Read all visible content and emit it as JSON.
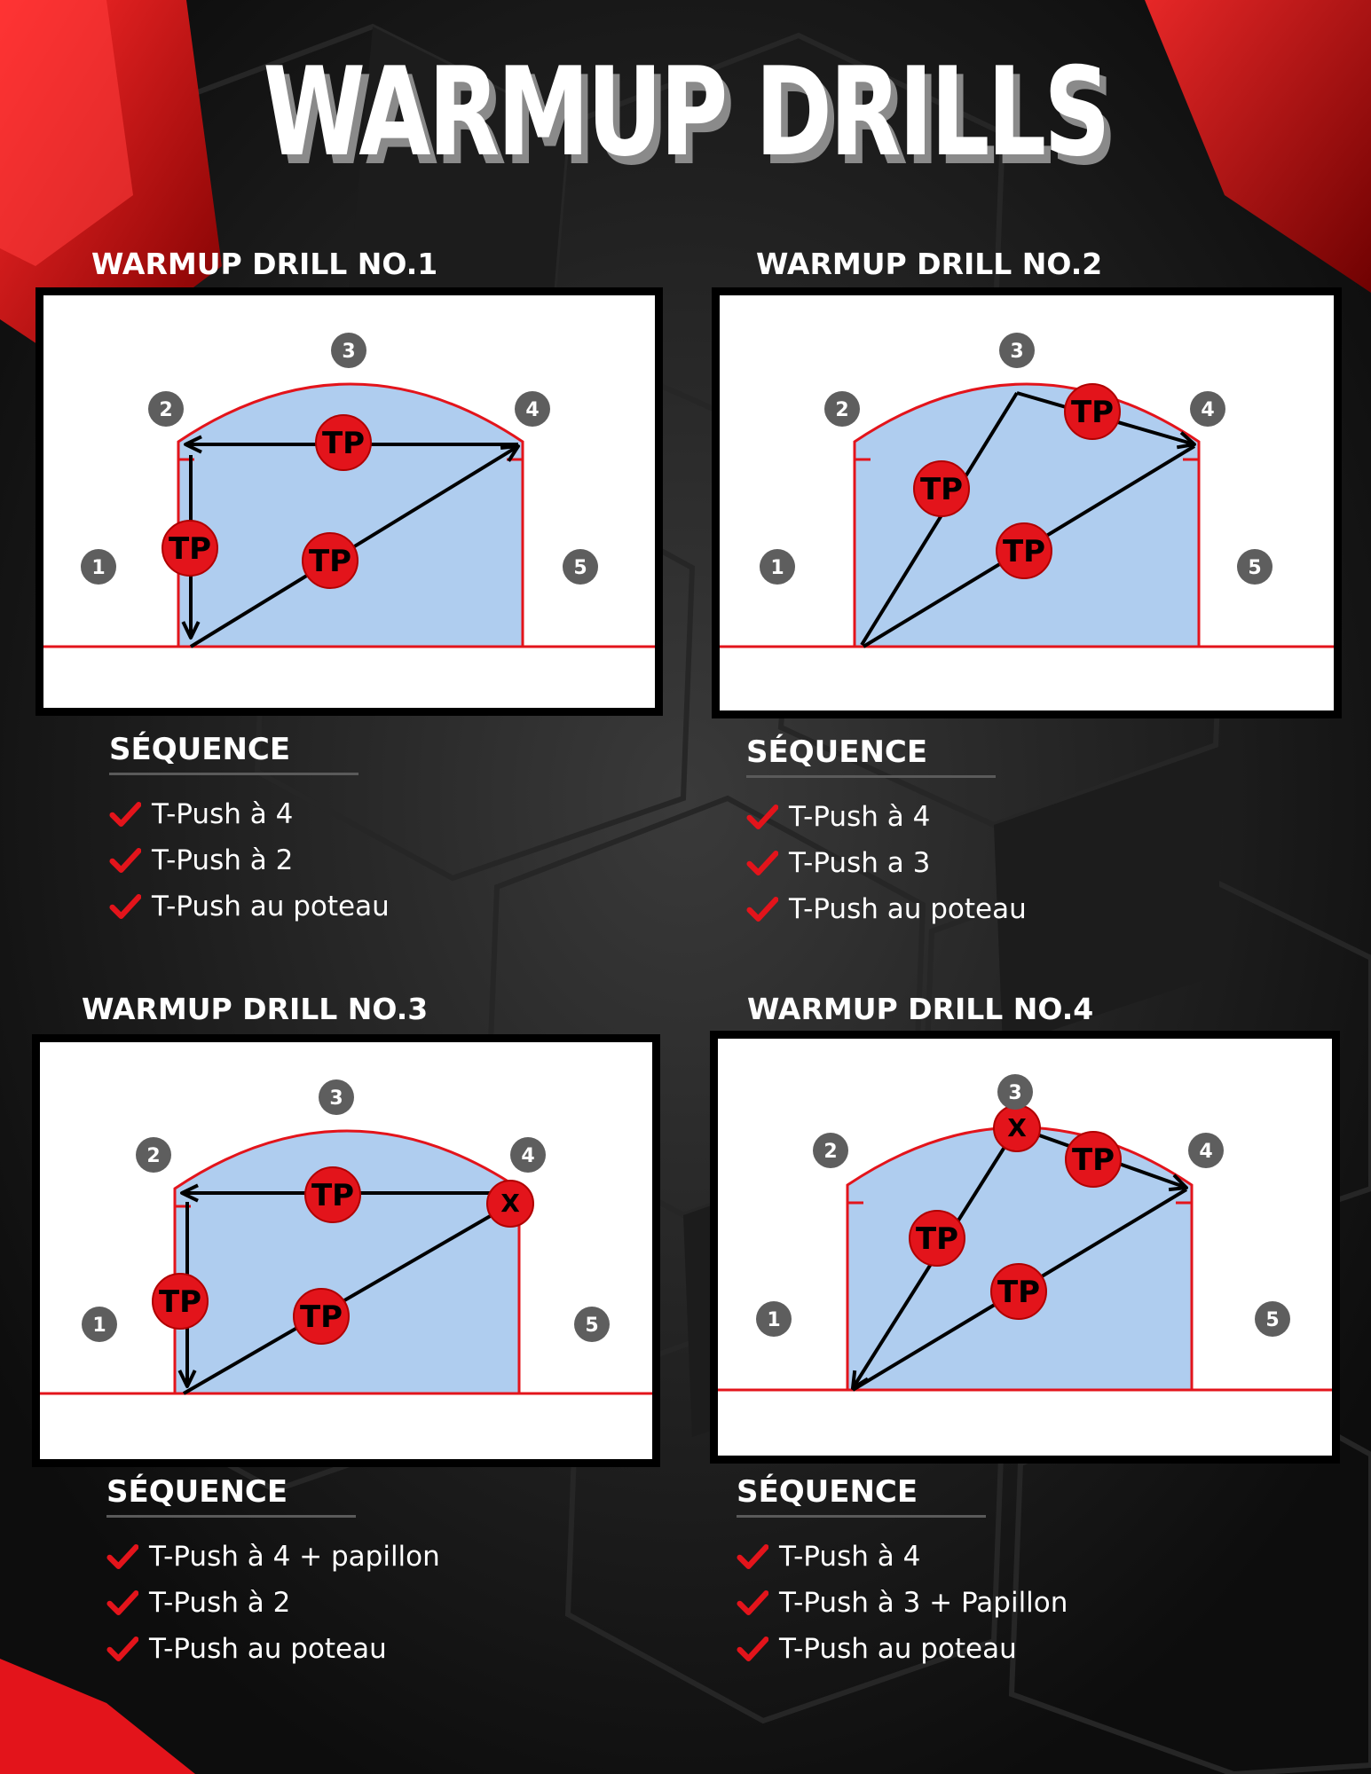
{
  "page": {
    "title": "WARMUP DRILLS",
    "sequence_label": "SÉQUENCE",
    "accent": "#e3141b"
  },
  "positions": [
    "1",
    "2",
    "3",
    "4",
    "5"
  ],
  "marker_labels": {
    "tp": "TP",
    "x": "X"
  },
  "drills": [
    {
      "title": "WARMUP DRILL NO.1",
      "sequence": [
        "T-Push à 4",
        "T-Push à 2",
        "T-Push au poteau"
      ]
    },
    {
      "title": "WARMUP DRILL NO.2",
      "sequence": [
        "T-Push à 4",
        "T-Push a 3",
        "T-Push au poteau"
      ]
    },
    {
      "title": "WARMUP DRILL NO.3",
      "sequence": [
        "T-Push à 4 + papillon",
        "T-Push à 2",
        "T-Push au poteau"
      ]
    },
    {
      "title": "WARMUP DRILL NO.4",
      "sequence": [
        "T-Push à 4",
        "T-Push à 3 + Papillon",
        "T-Push au poteau"
      ]
    }
  ]
}
